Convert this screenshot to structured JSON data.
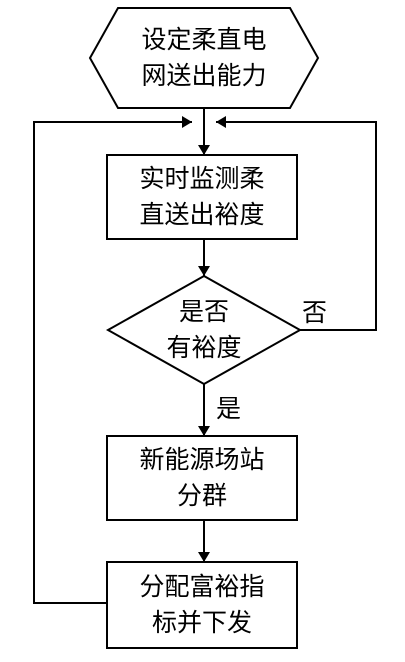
{
  "nodes": {
    "start": {
      "line1": "设定柔直电",
      "line2": "网送出能力"
    },
    "monitor": {
      "line1": "实时监测柔",
      "line2": "直送出裕度"
    },
    "decision": {
      "line1": "是否",
      "line2": "有裕度"
    },
    "cluster": {
      "line1": "新能源场站",
      "line2": "分群"
    },
    "dispatch": {
      "line1": "分配富裕指",
      "line2": "标并下发"
    }
  },
  "edges": {
    "no_label": "否",
    "yes_label": "是"
  }
}
